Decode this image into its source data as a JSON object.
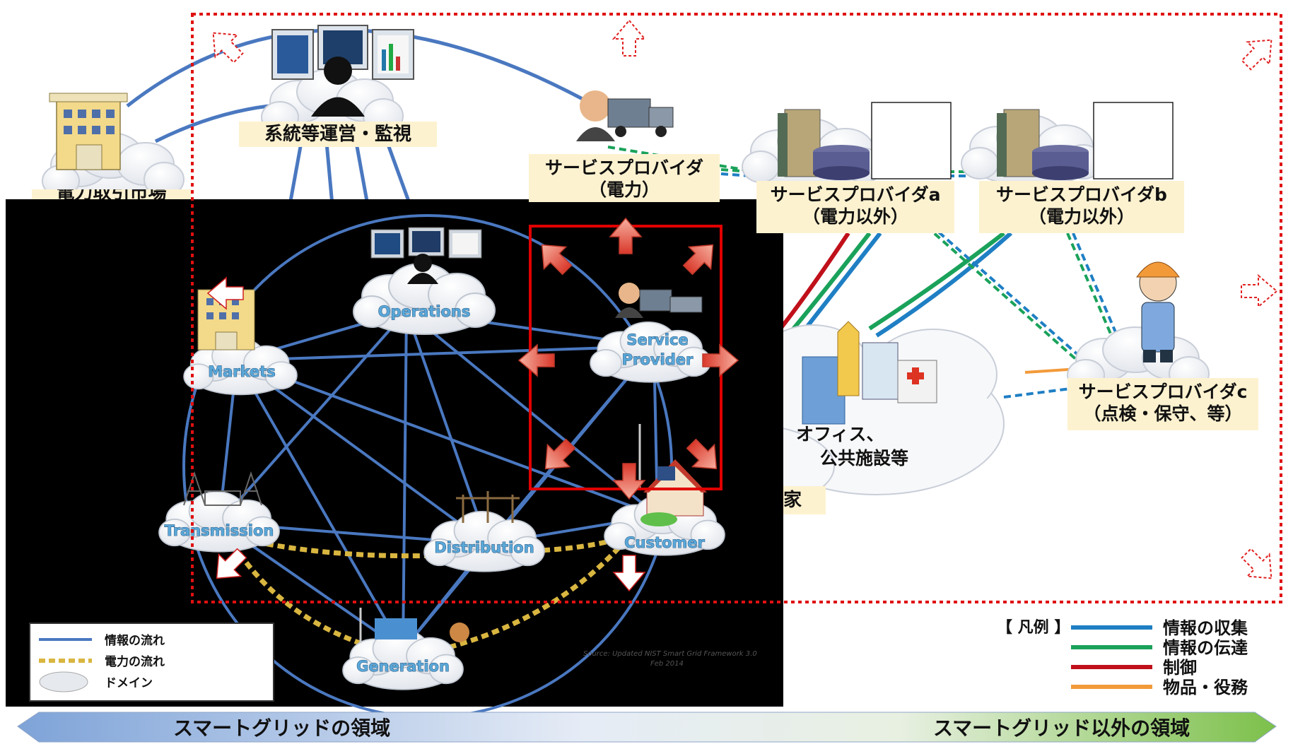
{
  "labels": {
    "operations_jp": "系統等運営・監視",
    "sp_power_line1": "サービスプロバイダ",
    "sp_power_line2": "（電力）",
    "sp_a_line1": "サービスプロバイダa",
    "sp_a_line2": "（電力以外）",
    "sp_b_line1": "サービスプロバイダb",
    "sp_b_line2": "（電力以外）",
    "sp_c_line1": "サービスプロバイダc",
    "sp_c_line2": "（点検・保守、等）",
    "office_line1": "オフィス、",
    "office_line2": "公共施設等",
    "home_partial": "家",
    "market_partial": "電力取引市場"
  },
  "domains": {
    "operations": "Operations",
    "markets": "Markets",
    "service_provider_line1": "Service",
    "service_provider_line2": "Provider",
    "transmission": "Transmission",
    "distribution": "Distribution",
    "customer": "Customer",
    "generation": "Generation"
  },
  "inner_legend": {
    "info_flow": "情報の流れ",
    "power_flow": "電力の流れ",
    "domain": "ドメイン"
  },
  "source_note": {
    "line1": "Source: Updated NIST Smart Grid Framework 3.0",
    "line2": "Feb 2014"
  },
  "legend": {
    "title": "【 凡例 】",
    "items": [
      {
        "label": "情報の収集",
        "color": "#1f7fc4"
      },
      {
        "label": "情報の伝達",
        "color": "#1aa25a"
      },
      {
        "label": "制御",
        "color": "#c0101a"
      },
      {
        "label": "物品・役務",
        "color": "#f29a3a"
      }
    ]
  },
  "bottom": {
    "left": "スマートグリッドの領域",
    "right": "スマートグリッド以外の領域"
  },
  "colors": {
    "info_blue": "#4a78c0",
    "boundary_red": "#e01010",
    "box_red": "#e00000",
    "inner_bg": "#000000"
  }
}
